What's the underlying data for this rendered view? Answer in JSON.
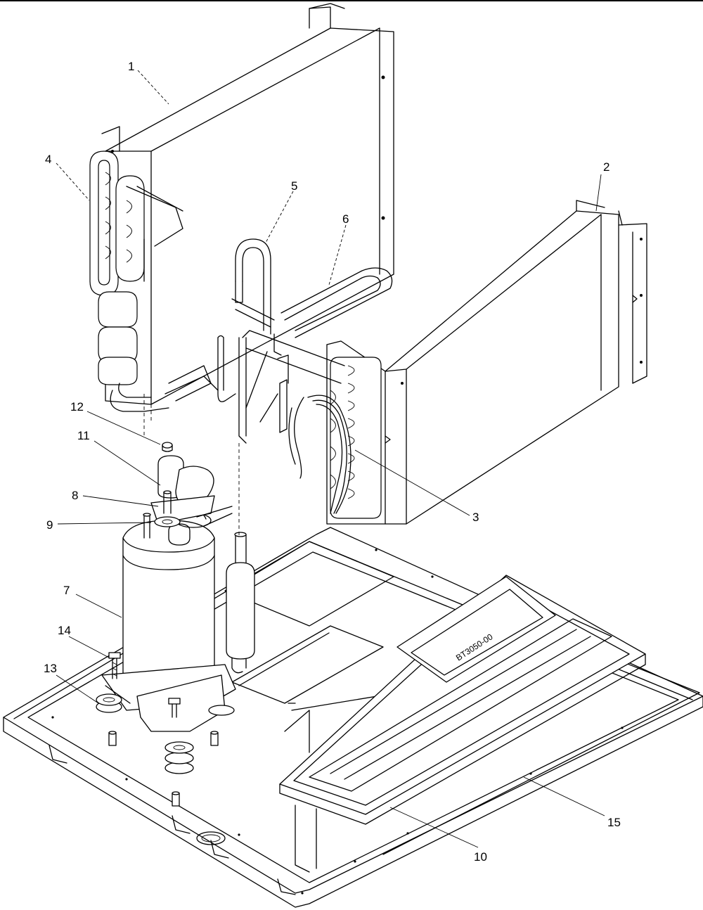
{
  "diagram": {
    "part_labels": [
      "1",
      "2",
      "3",
      "4",
      "5",
      "6",
      "7",
      "8",
      "9",
      "10",
      "11",
      "12",
      "13",
      "14",
      "15"
    ],
    "tray_stamp": "BT3050-00"
  }
}
